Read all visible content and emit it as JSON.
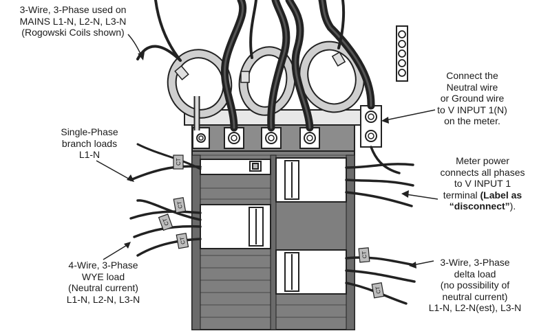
{
  "labels": {
    "mains": {
      "lines": [
        "3-Wire, 3-Phase used on",
        "MAINS L1-N, L2-N, L3-N",
        "(Rogowski Coils shown)"
      ]
    },
    "neutral": {
      "lines": [
        "Connect the",
        "Neutral wire",
        "or Ground wire",
        "to V INPUT 1(N)",
        "on the meter."
      ]
    },
    "single_phase": {
      "lines": [
        "Single-Phase",
        "branch loads",
        "L1-N"
      ]
    },
    "meter_power": {
      "lines": [
        "Meter power",
        "connects all phases",
        "to V INPUT 1"
      ],
      "line4_plain": "terminal ",
      "line4_bold": "(Label as",
      "line5_bold": "“disconnect”",
      "line5_end": ")."
    },
    "wye": {
      "lines": [
        "4-Wire, 3-Phase",
        "WYE load",
        "(Neutral current)",
        "L1-N, L2-N, L3-N"
      ]
    },
    "delta": {
      "lines": [
        "3-Wire, 3-Phase",
        "delta load",
        "(no possibility of",
        "neutral current)",
        "L1-N, L2-N(est), L3-N"
      ]
    }
  },
  "ct_tag": "CT",
  "colors": {
    "panel": "#7f7f7f",
    "panel_dark": "#5a5a5a",
    "coil": "#c8c8c8",
    "wire": "#2b2b2b",
    "breaker": "#ffffff"
  }
}
